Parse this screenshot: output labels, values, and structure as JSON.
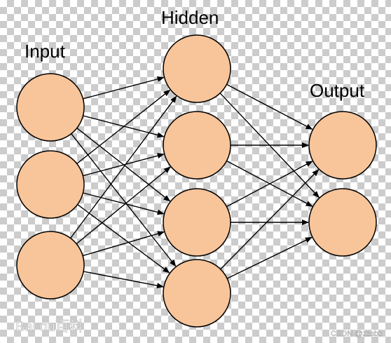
{
  "diagram": {
    "input_label": "Input",
    "hidden_label": "Hidden",
    "output_label": "Output",
    "input_count": 3,
    "hidden_count": 4,
    "output_count": 2,
    "node_color": "#f8c499",
    "edge_color": "#000000"
  },
  "watermarks": {
    "baidu": "Bai du百科",
    "csdn": "CSDN @zzsbb"
  }
}
